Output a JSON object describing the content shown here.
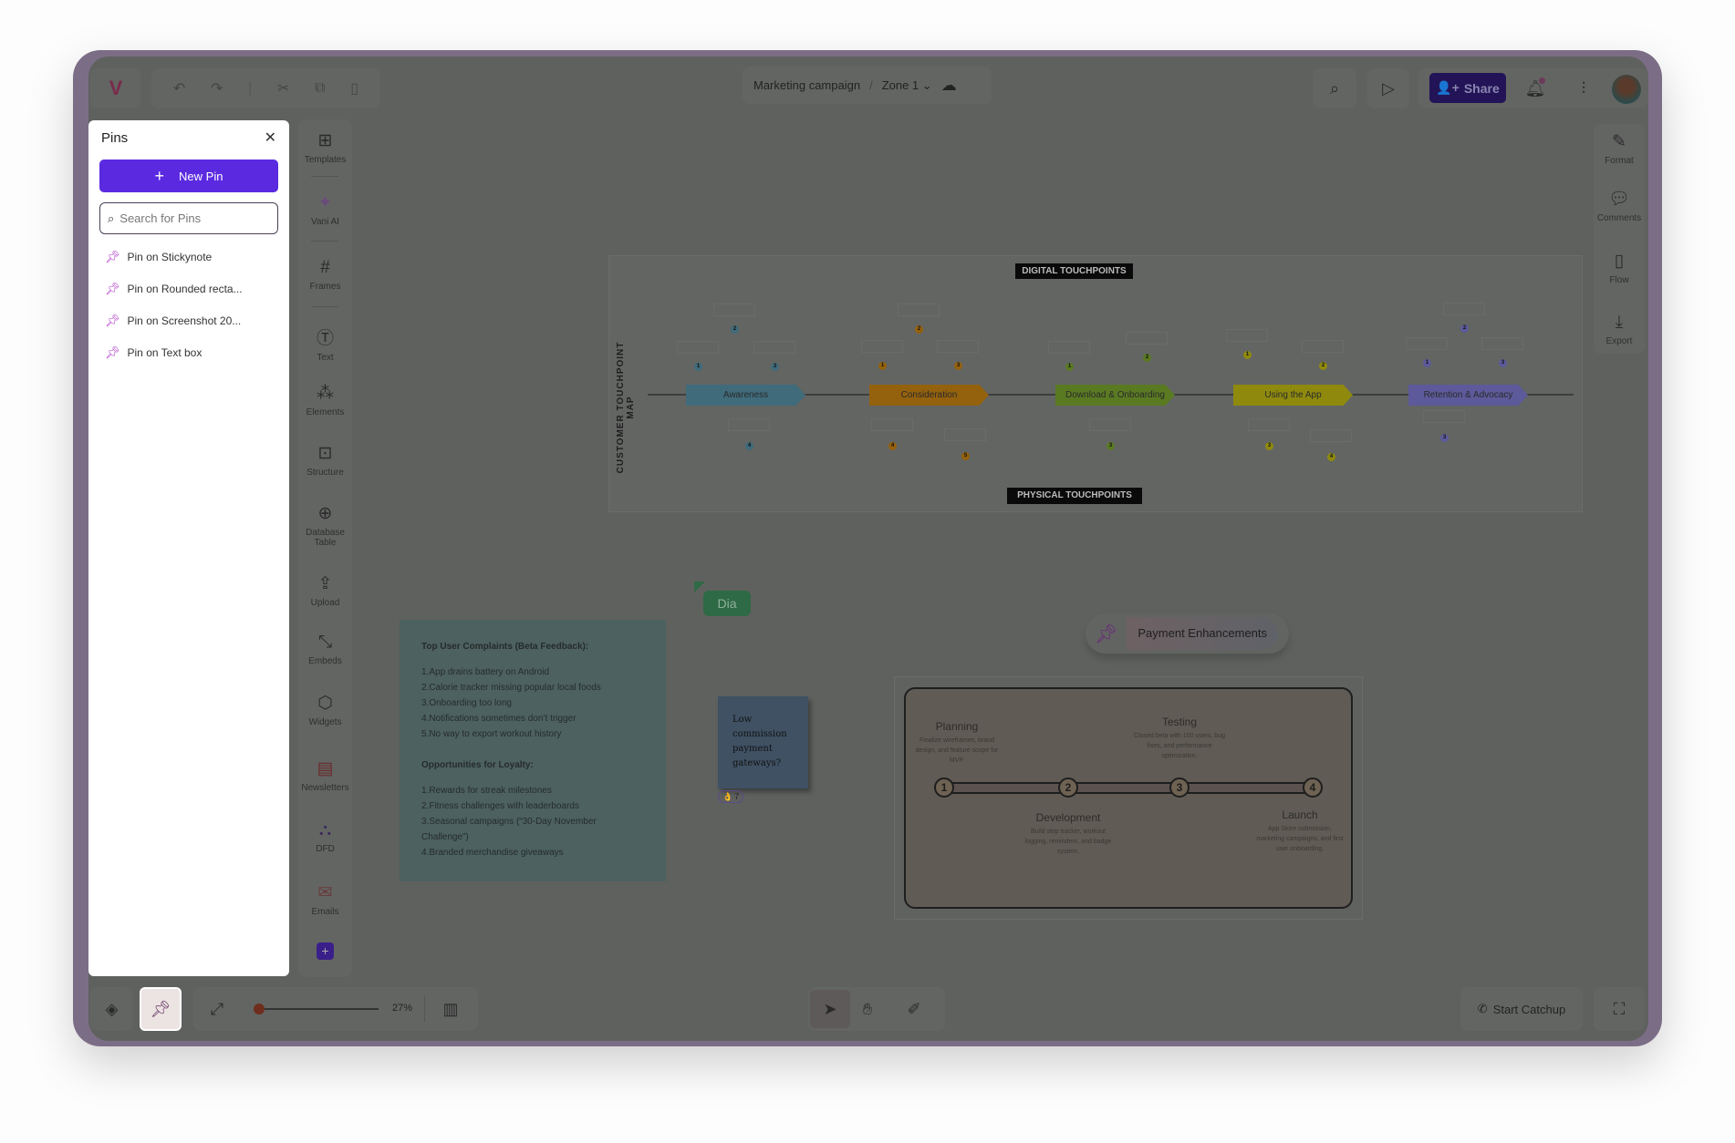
{
  "topbar": {
    "breadcrumb_project": "Marketing campaign",
    "breadcrumb_sep": "/",
    "breadcrumb_zone": "Zone 1",
    "share_label": "Share"
  },
  "pins_panel": {
    "title": "Pins",
    "new_pin_label": "New Pin",
    "search_placeholder": "Search for Pins",
    "items": [
      {
        "label": "Pin on Stickynote"
      },
      {
        "label": "Pin on Rounded recta..."
      },
      {
        "label": "Pin on Screenshot 20..."
      },
      {
        "label": "Pin on Text box"
      }
    ]
  },
  "left_toolbar": [
    "Templates",
    "Vani AI",
    "Frames",
    "Text",
    "Elements",
    "Structure",
    "Database Table",
    "Upload",
    "Embeds",
    "Widgets",
    "Newsletters",
    "DFD",
    "Emails"
  ],
  "right_toolbar": [
    "Format",
    "Comments",
    "Flow",
    "Export"
  ],
  "journey_map": {
    "title": "CUSTOMER TOUCHPOINT MAP",
    "digital_label": "DIGITAL TOUCHPOINTS",
    "physical_label": "PHYSICAL TOUCHPOINTS",
    "stages": [
      {
        "label": "Awareness",
        "color": "#3f6b7b"
      },
      {
        "label": "Consideration",
        "color": "#94610d"
      },
      {
        "label": "Download & Onboarding",
        "color": "#5a7a22"
      },
      {
        "label": "Using the App",
        "color": "#8f8a0e"
      },
      {
        "label": "Retention & Advocacy",
        "color": "#5c5a9a"
      }
    ],
    "touchpoint_numbers": [
      [
        "2",
        "1",
        "3",
        "4"
      ],
      [
        "2",
        "1",
        "3",
        "4",
        "5"
      ],
      [
        "1",
        "2",
        "3"
      ],
      [
        "1",
        "2",
        "3",
        "4"
      ],
      [
        "2",
        "1",
        "3",
        "3"
      ]
    ]
  },
  "feedback_note": {
    "heading1": "Top User Complaints (Beta Feedback):",
    "complaints": [
      "1.App drains battery on Android",
      "2.Calorie tracker missing popular local foods",
      "3.Onboarding too long",
      "4.Notifications sometimes don’t trigger",
      "5.No way to export workout history"
    ],
    "heading2": "Opportunities for Loyalty:",
    "opportunities": [
      "1.Rewards for streak milestones",
      "2.Fitness challenges with leaderboards",
      "3.Seasonal campaigns (“30-Day November Challenge”)",
      "4.Branded merchandise giveaways"
    ]
  },
  "cursor": {
    "user": "Dia",
    "color": "#3e7d55"
  },
  "sticky": {
    "text": "Low commission payment gateways?",
    "reaction_emoji": "👌",
    "reaction_count": "7"
  },
  "pin_label": "Payment Enhancements",
  "roadmap": {
    "phases": [
      {
        "num": "1",
        "title": "Planning",
        "desc": "Finalize wireframes, brand design, and feature scope for MVP."
      },
      {
        "num": "2",
        "title": "Development",
        "desc": "Build step tracker, workout logging, reminders, and badge system."
      },
      {
        "num": "3",
        "title": "Testing",
        "desc": "Closed beta with 100 users, bug fixes, and performance optimization."
      },
      {
        "num": "4",
        "title": "Launch",
        "desc": "App Store submission, marketing campaigns, and first user onboarding."
      }
    ]
  },
  "bottombar": {
    "zoom_level": "27%",
    "zoom_fraction": 0.0,
    "catchup_label": "Start Catchup"
  }
}
